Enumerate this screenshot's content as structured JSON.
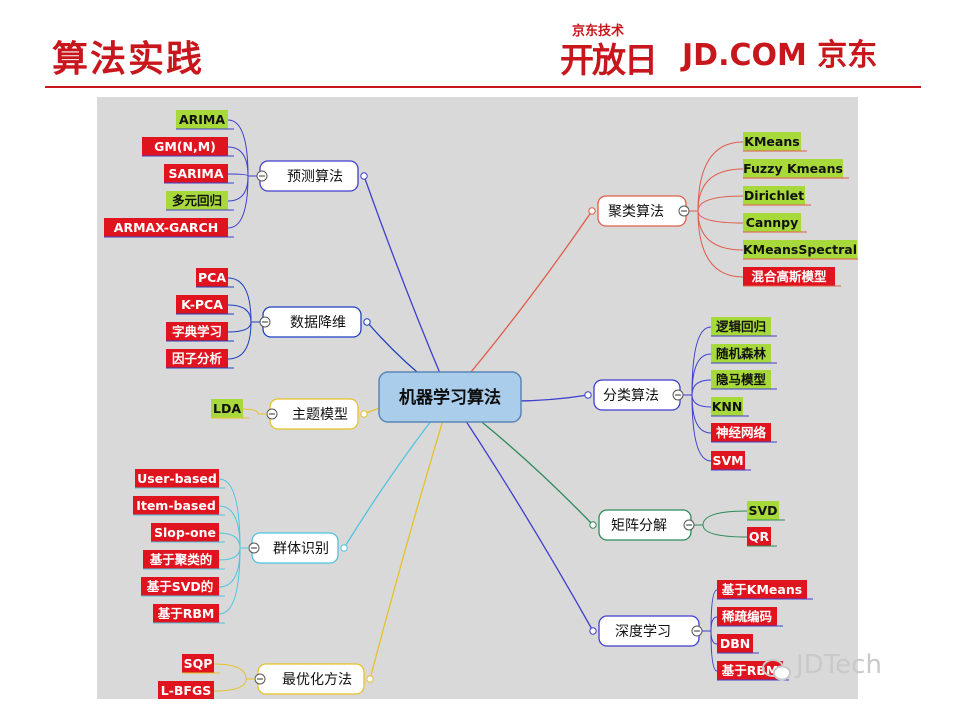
{
  "header": {
    "title": "算法实践",
    "logo_small": "京东技术",
    "logo_badge": "开放日",
    "logo_brand": "JD.COM 京东"
  },
  "diagram": {
    "center": "机器学习算法",
    "branches": [
      {
        "label": "预测算法",
        "color": "#3f3fcf",
        "leaves": [
          "ARIMA",
          "GM(N,M)",
          "SARIMA",
          "多元回归",
          "ARMAX-GARCH"
        ]
      },
      {
        "label": "数据降维",
        "color": "#1f3fbf",
        "leaves": [
          "PCA",
          "K-PCA",
          "字典学习",
          "因子分析"
        ]
      },
      {
        "label": "主题模型",
        "color": "#e6c229",
        "leaves": [
          "LDA"
        ]
      },
      {
        "label": "群体识别",
        "color": "#4fc3e0",
        "leaves": [
          "User-based",
          "Item-based",
          "Slop-one",
          "基于聚类的",
          "基于SVD的",
          "基于RBM"
        ]
      },
      {
        "label": "最优化方法",
        "color": "#e6c229",
        "leaves": [
          "SQP",
          "L-BFGS"
        ]
      },
      {
        "label": "聚类算法",
        "color": "#e05c4b",
        "leaves": [
          "KMeans",
          "Fuzzy Kmeans",
          "Dirichlet",
          "Cannpy",
          "KMeansSpectral",
          "混合高斯模型"
        ]
      },
      {
        "label": "分类算法",
        "color": "#3f3fcf",
        "leaves": [
          "逻辑回归",
          "随机森林",
          "隐马模型",
          "KNN",
          "神经网络",
          "SVM"
        ]
      },
      {
        "label": "矩阵分解",
        "color": "#2e8b57",
        "leaves": [
          "SVD",
          "QR"
        ]
      },
      {
        "label": "深度学习",
        "color": "#3f3fcf",
        "leaves": [
          "基于KMeans",
          "稀疏编码",
          "DBN",
          "基于RBM"
        ]
      }
    ]
  },
  "watermark": "JDTech",
  "colors": {
    "brand": "#c8161d",
    "leaf_green": "#a8d93a",
    "leaf_red": "#e0141f",
    "center_fill": "#a9cdea"
  }
}
